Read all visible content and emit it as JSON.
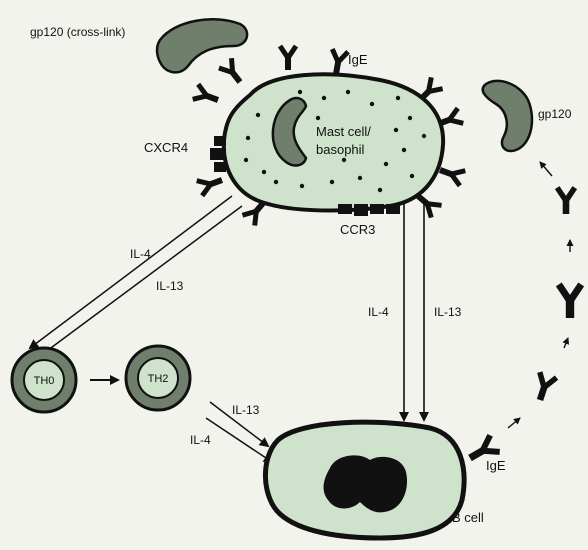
{
  "labels": {
    "gp120_crosslink": "gp120 (cross-link)",
    "ige_top": "IgE",
    "gp120_right": "gp120",
    "cxcr4": "CXCR4",
    "mast_cell_line1": "Mast cell/",
    "mast_cell_line2": "basophil",
    "ccr3": "CCR3",
    "il4_left": "IL-4",
    "il13_left": "IL-13",
    "il4_mid": "IL-4",
    "il13_mid": "IL-13",
    "th0": "TH0",
    "th2": "TH2",
    "il13_lower": "IL-13",
    "il4_lower": "IL-4",
    "ige_bottom": "IgE",
    "b_cell": "B cell"
  },
  "colors": {
    "cell_fill": "#cfe3cc",
    "gp120_fill": "#6f7f6c",
    "ink": "#111111",
    "background": "#f3f3ee"
  }
}
